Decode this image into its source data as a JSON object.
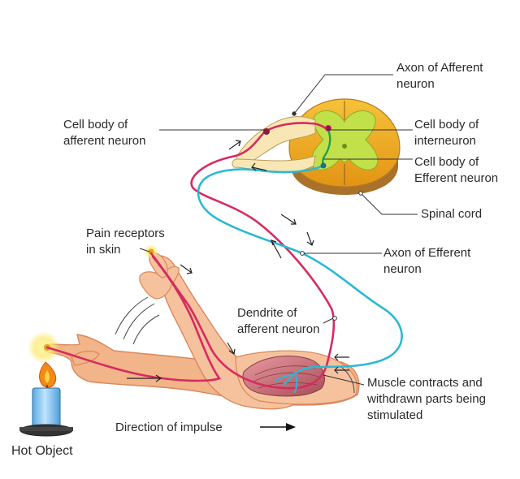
{
  "labels": {
    "axon_afferent": [
      "Axon of Afferent",
      "neuron"
    ],
    "cell_body_afferent": [
      "Cell body of",
      "afferent neuron"
    ],
    "cell_body_interneuron": [
      "Cell body of",
      "interneuron"
    ],
    "cell_body_efferent": [
      "Cell body of",
      "Efferent neuron"
    ],
    "spinal_cord": "Spinal cord",
    "pain_receptors": [
      "Pain receptors",
      "in skin"
    ],
    "axon_efferent": [
      "Axon of Efferent",
      "neuron"
    ],
    "dendrite_afferent": [
      "Dendrite of",
      "afferent neuron"
    ],
    "muscle": [
      "Muscle contracts and",
      "withdrawn parts being",
      "stimulated"
    ],
    "direction": "Direction of impulse",
    "hot_object": "Hot Object"
  },
  "colors": {
    "afferent": "#d62b5f",
    "efferent": "#2bb8d4",
    "spinal_outer": "#f0a818",
    "spinal_grey": "#c2e04a",
    "skin": "#f2b489",
    "candle": "#8ec8ee",
    "muscle": "#c96a72"
  }
}
